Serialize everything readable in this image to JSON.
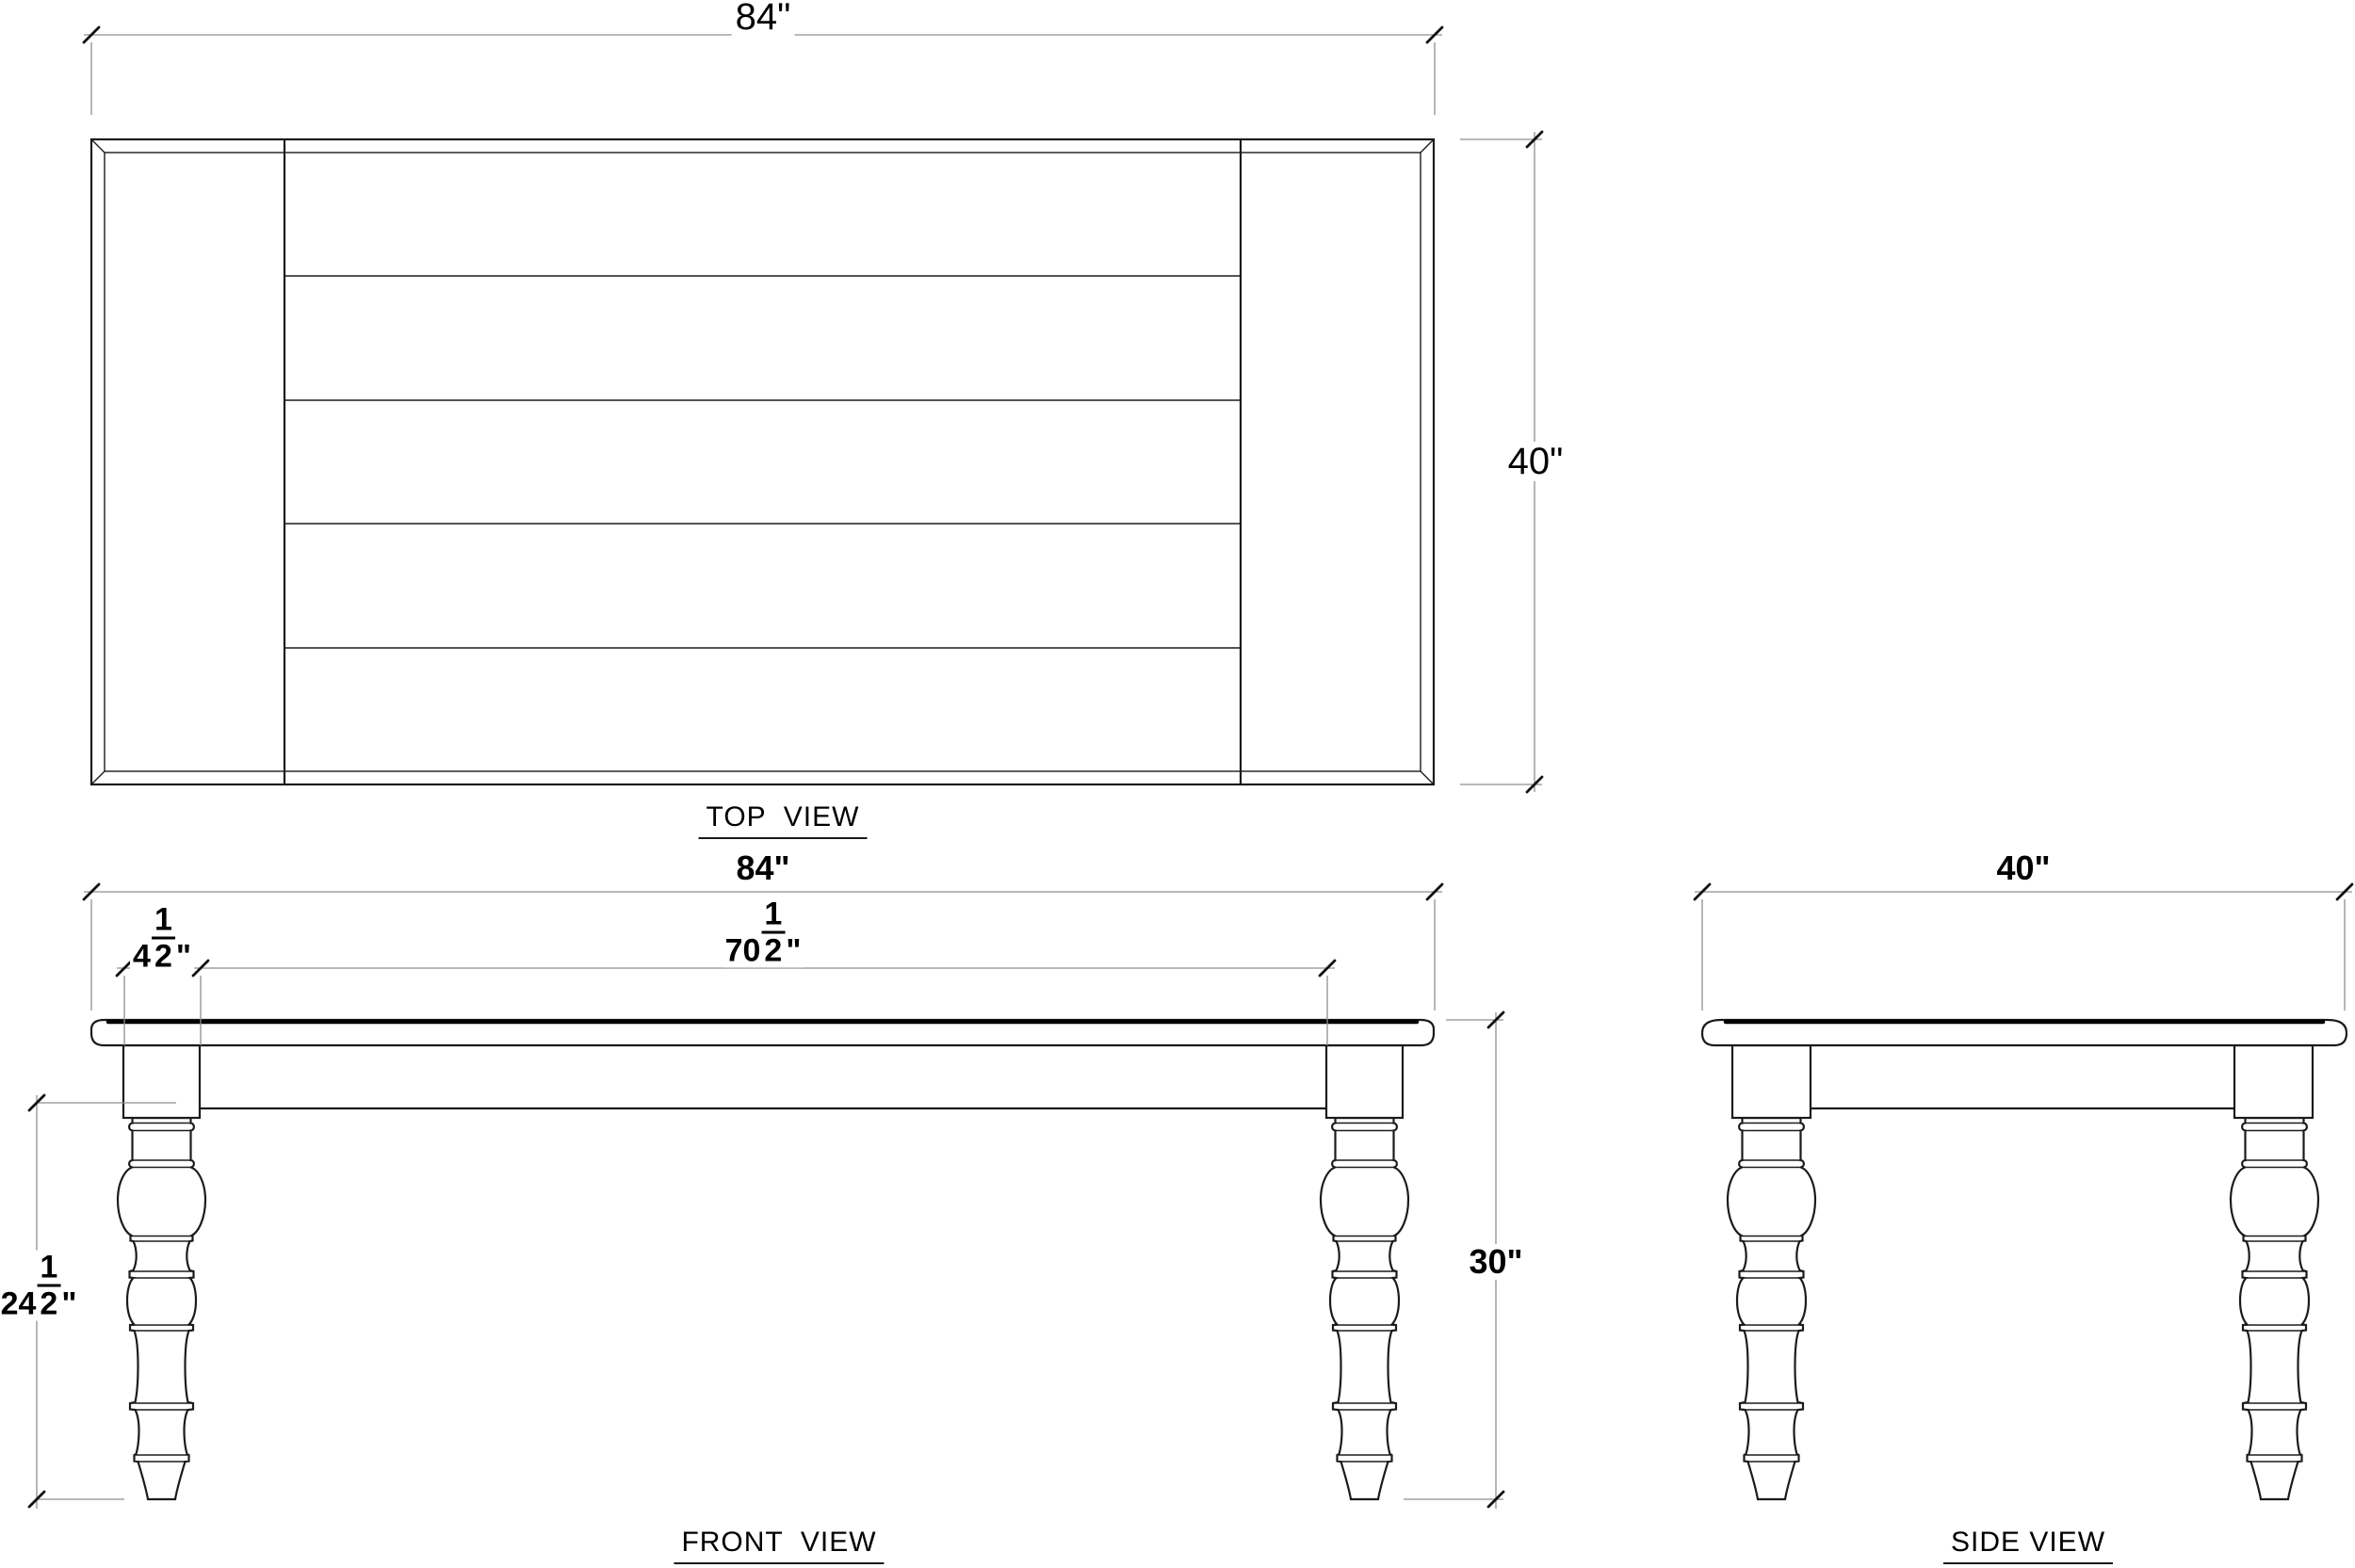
{
  "top_view": {
    "label": "TOP  VIEW",
    "width_dim": "84\"",
    "depth_dim": "40\""
  },
  "front_view": {
    "label": "FRONT  VIEW",
    "width_dim": "84\"",
    "height_dim": "30\"",
    "leg_block_dim": {
      "whole": "4",
      "numerator": "1",
      "denominator": "2",
      "unit": "\""
    },
    "leg_span_dim": {
      "whole": "70",
      "numerator": "1",
      "denominator": "2",
      "unit": "\""
    },
    "leg_height_dim": {
      "whole": "24",
      "numerator": "1",
      "denominator": "2",
      "unit": "\""
    }
  },
  "side_view": {
    "label": "SIDE VIEW",
    "depth_dim": "40\""
  }
}
